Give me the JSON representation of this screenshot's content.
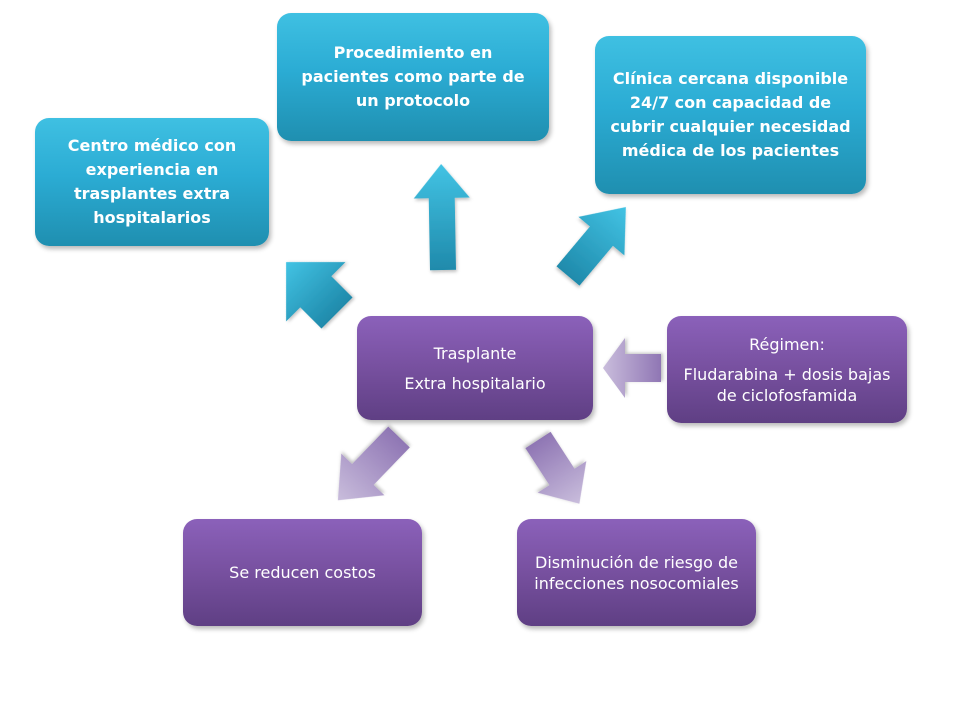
{
  "center": {
    "line1": "Trasplante",
    "line2": "Extra hospitalario"
  },
  "outcomes_top": {
    "left": "Centro médico con experiencia en trasplantes extra hospitalarios",
    "middle": "Procedimiento en pacientes como parte de un protocolo",
    "right": "Clínica cercana disponible 24/7 con capacidad de cubrir cualquier necesidad médica de los pacientes"
  },
  "regimen": {
    "title": "Régimen:",
    "detail": "Fludarabina + dosis bajas de ciclofosfamida"
  },
  "outcomes_bottom": {
    "left": "Se reducen costos",
    "right": "Disminución de riesgo de infecciones nosocomiales"
  },
  "colors": {
    "teal": "#2aa9d2",
    "purple": "#7a53a4",
    "lavender": "#b7a6cf"
  }
}
